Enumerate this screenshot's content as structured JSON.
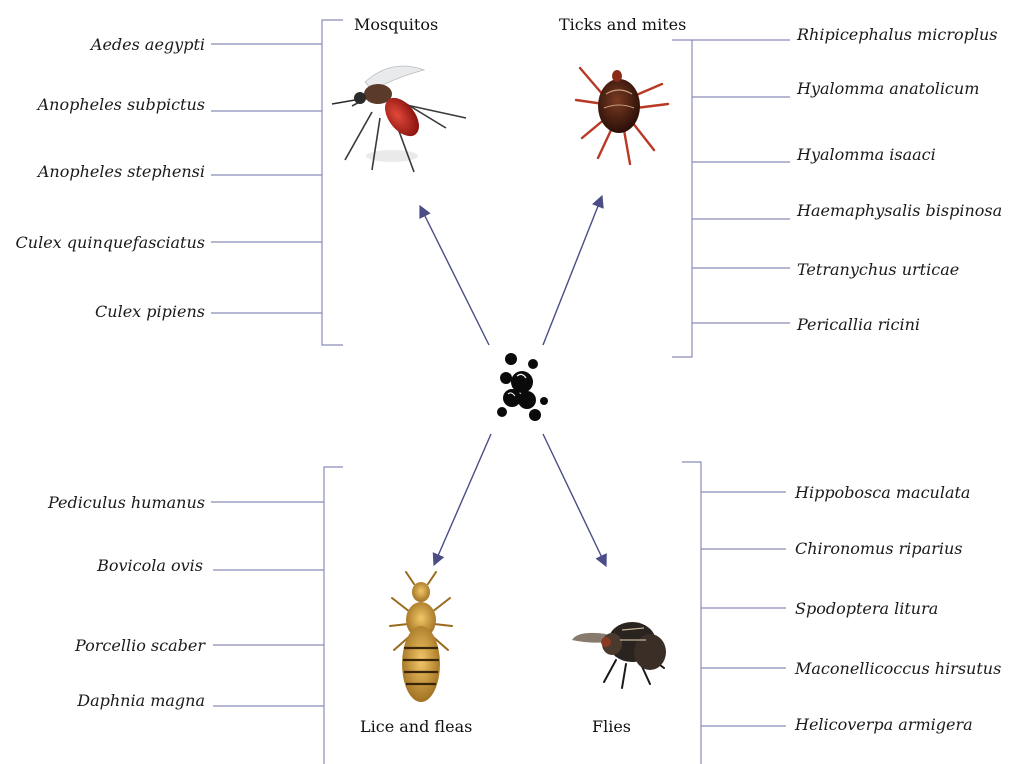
{
  "groups": {
    "mosquitos": {
      "title": "Mosquitos",
      "species": [
        "Aedes aegypti",
        "Anopheles subpictus",
        "Anopheles stephensi",
        "Culex quinquefasciatus",
        "Culex pipiens"
      ]
    },
    "ticks": {
      "title": "Ticks and mites",
      "species": [
        "Rhipicephalus microplus",
        "Hyalomma anatolicum",
        "Hyalomma isaaci",
        "Haemaphysalis bispinosa",
        "Tetranychus urticae",
        "Pericallia ricini"
      ]
    },
    "lice": {
      "title": "Lice and fleas",
      "species": [
        "Pediculus humanus",
        "Bovicola ovis",
        "Porcellio scaber",
        "Daphnia magna"
      ]
    },
    "flies": {
      "title": "Flies",
      "species": [
        "Hippobosca maculata",
        "Chironomus riparius",
        "Spodoptera litura",
        "Maconellicoccus hirsutus",
        "Helicoverpa armigera"
      ]
    }
  },
  "colors": {
    "connector": "#8a8cb6",
    "arrow": "#4a4d86"
  }
}
